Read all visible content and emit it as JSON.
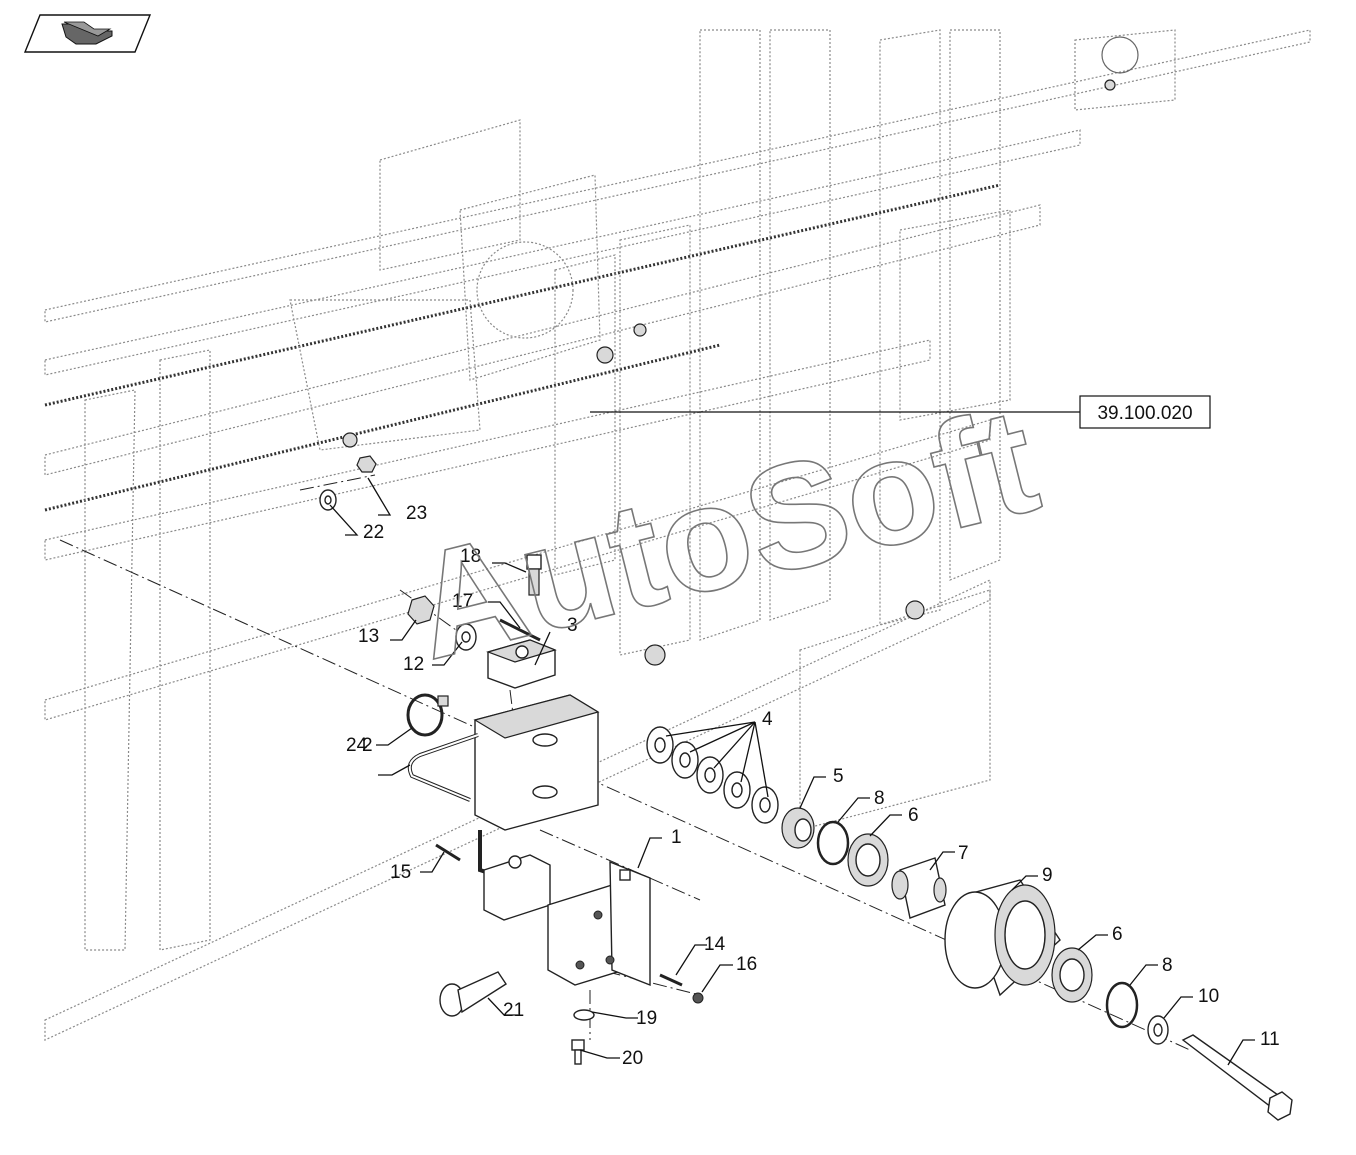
{
  "nav_icon": "back-to-index-arrow-icon",
  "reference_label": "39.100.020",
  "watermark": "AutoSoft",
  "callouts": {
    "c1": "1",
    "c2": "2",
    "c3": "3",
    "c4": "4",
    "c5": "5",
    "c6a": "6",
    "c6b": "6",
    "c7": "7",
    "c8a": "8",
    "c8b": "8",
    "c9": "9",
    "c10": "10",
    "c11": "11",
    "c12": "12",
    "c13": "13",
    "c14": "14",
    "c15": "15",
    "c16": "16",
    "c17": "17",
    "c18": "18",
    "c19": "19",
    "c20": "20",
    "c21": "21",
    "c22": "22",
    "c23": "23",
    "c24": "24"
  }
}
